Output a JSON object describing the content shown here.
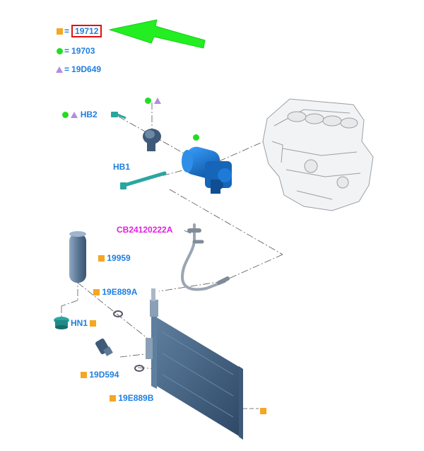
{
  "legend": [
    {
      "symbol": "square",
      "eq": "=",
      "code": "19712",
      "highlighted": true
    },
    {
      "symbol": "dot",
      "eq": "=",
      "code": "19703",
      "highlighted": false
    },
    {
      "symbol": "triangle",
      "eq": "=",
      "code": "19D649",
      "highlighted": false
    }
  ],
  "callouts": {
    "hb2": "HB2",
    "hb1": "HB1",
    "cb": "CB24120222A",
    "p19959": "19959",
    "p19e889a": "19E889A",
    "hn1": "HN1",
    "p19d594": "19D594",
    "p19e889b": "19E889B"
  },
  "colors": {
    "label_blue": "#1f7fe0",
    "label_magenta": "#e020e0",
    "square_orange": "#f5a623",
    "dot_green": "#22dd22",
    "triangle_purple": "#b48ce0",
    "arrow_green": "#22ee22",
    "highlight_red": "#e01010",
    "part_blue": "#1a78d0",
    "part_slate": "#4a6a8a"
  },
  "icons": [
    "square-symbol",
    "dot-symbol",
    "triangle-symbol",
    "green-arrow-icon"
  ]
}
